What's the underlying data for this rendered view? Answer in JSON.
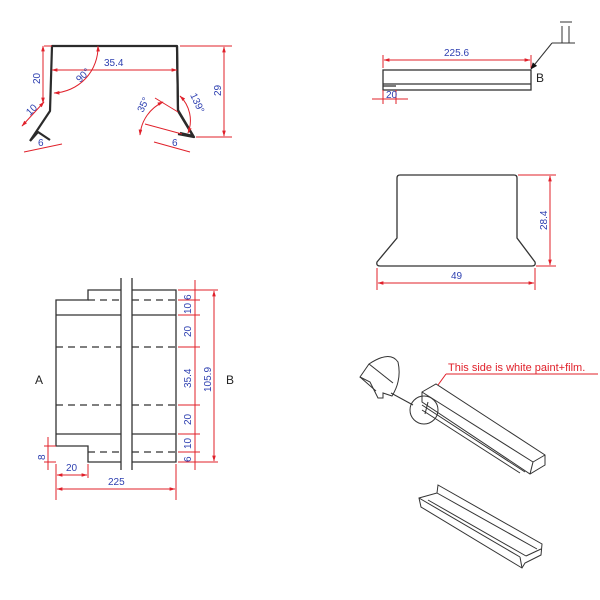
{
  "colors": {
    "outline": "#333333",
    "dimension_line": "#e0202a",
    "dimension_text": "#2d3fb0",
    "note_text": "#e0202a",
    "background": "#ffffff"
  },
  "profile_section": {
    "top_width": "35.4",
    "left_height": "20",
    "total_height": "29",
    "flange_length": "10",
    "lip_left": "6",
    "lip_right": "6",
    "angle_top": "90°",
    "angle_right_outer": "139°",
    "angle_right_inner": "35°"
  },
  "side_view": {
    "length": "225.6",
    "notch": "20",
    "label": "B",
    "symbol": "surface-finish-symbol"
  },
  "end_blank": {
    "width": "49",
    "height": "28.4"
  },
  "flat_pattern": {
    "label_left": "A",
    "label_right": "B",
    "dims_right": [
      "6",
      "10",
      "20",
      "35.4",
      "20",
      "10",
      "6"
    ],
    "total_height": "105.9",
    "notch_height": "8",
    "notch_width": "20",
    "total_width": "225"
  },
  "iso_view": {
    "note": "This side is white paint+film."
  }
}
